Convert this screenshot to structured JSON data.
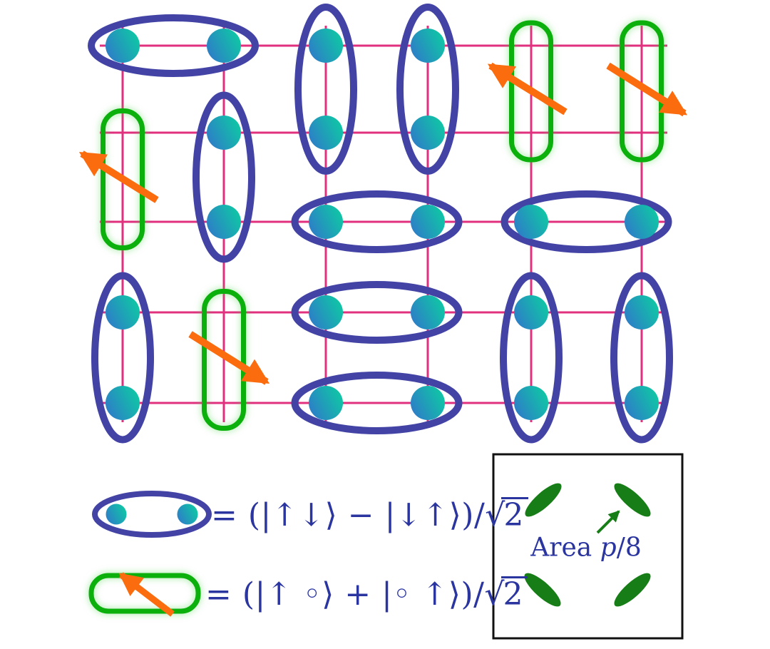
{
  "colors": {
    "grid": "#e0307e",
    "dimer": "#4343a6",
    "hole": "#0cb00c",
    "arrow": "#fb6c0e",
    "dot_start": "#2e7cc8",
    "dot_end": "#0ec9a4",
    "text": "#2b35a0",
    "inset_green": "#177d17",
    "inset_border": "#111111"
  },
  "lattice": {
    "cols": [
      172,
      314,
      457,
      600,
      745,
      900
    ],
    "rows": [
      64,
      186,
      311,
      438,
      565
    ],
    "h_extent": [
      140,
      936
    ],
    "v_extent": [
      36,
      592
    ],
    "singlets": [
      {
        "orient": "h",
        "row": 0,
        "cols": [
          0,
          1
        ]
      },
      {
        "orient": "v",
        "col": 2,
        "rows": [
          0,
          1
        ]
      },
      {
        "orient": "v",
        "col": 3,
        "rows": [
          0,
          1
        ]
      },
      {
        "orient": "v",
        "col": 1,
        "rows": [
          1,
          2
        ]
      },
      {
        "orient": "h",
        "row": 2,
        "cols": [
          2,
          3
        ]
      },
      {
        "orient": "h",
        "row": 2,
        "cols": [
          4,
          5
        ]
      },
      {
        "orient": "v",
        "col": 0,
        "rows": [
          3,
          4
        ]
      },
      {
        "orient": "h",
        "row": 3,
        "cols": [
          2,
          3
        ]
      },
      {
        "orient": "h",
        "row": 4,
        "cols": [
          2,
          3
        ]
      },
      {
        "orient": "v",
        "col": 4,
        "rows": [
          3,
          4
        ]
      },
      {
        "orient": "v",
        "col": 5,
        "rows": [
          3,
          4
        ]
      }
    ],
    "hole_pairs": [
      {
        "col": 4,
        "rows": [
          0,
          1
        ],
        "arrow": "up-left"
      },
      {
        "col": 5,
        "rows": [
          0,
          1
        ],
        "arrow": "down-right"
      },
      {
        "col": 0,
        "rows": [
          1,
          2
        ],
        "arrow": "up-left"
      },
      {
        "col": 1,
        "rows": [
          3,
          4
        ],
        "arrow": "down-right"
      }
    ]
  },
  "legend": {
    "items": [
      {
        "name": "singlet",
        "eq_body": "= (|↑↓⟩ − |↓↑⟩)/",
        "eq_radical": "√",
        "eq_radicand": "2"
      },
      {
        "name": "hole-pair",
        "eq_body": "= (|↑ ◦⟩ + |◦ ↑⟩)/",
        "eq_radical": "√",
        "eq_radicand": "2"
      }
    ]
  },
  "inset": {
    "label_prefix": "Area ",
    "label_italic": "p",
    "label_suffix": "/8",
    "pocket_count": 4
  }
}
